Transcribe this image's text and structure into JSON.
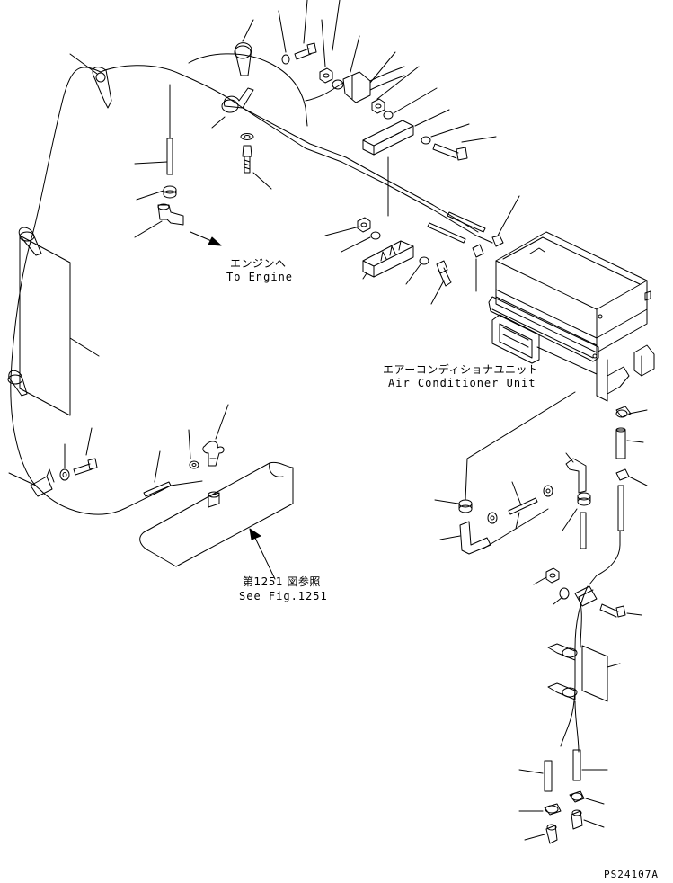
{
  "labels": {
    "to_engine_jp": "エンジンへ",
    "to_engine_en": "To Engine",
    "ac_unit_jp": "エアーコンディショナユニット",
    "ac_unit_en": "Air Conditioner Unit",
    "see_fig_jp": "第1251 図参照",
    "see_fig_en": "See Fig.1251",
    "drawing_id": "PS24107A"
  }
}
